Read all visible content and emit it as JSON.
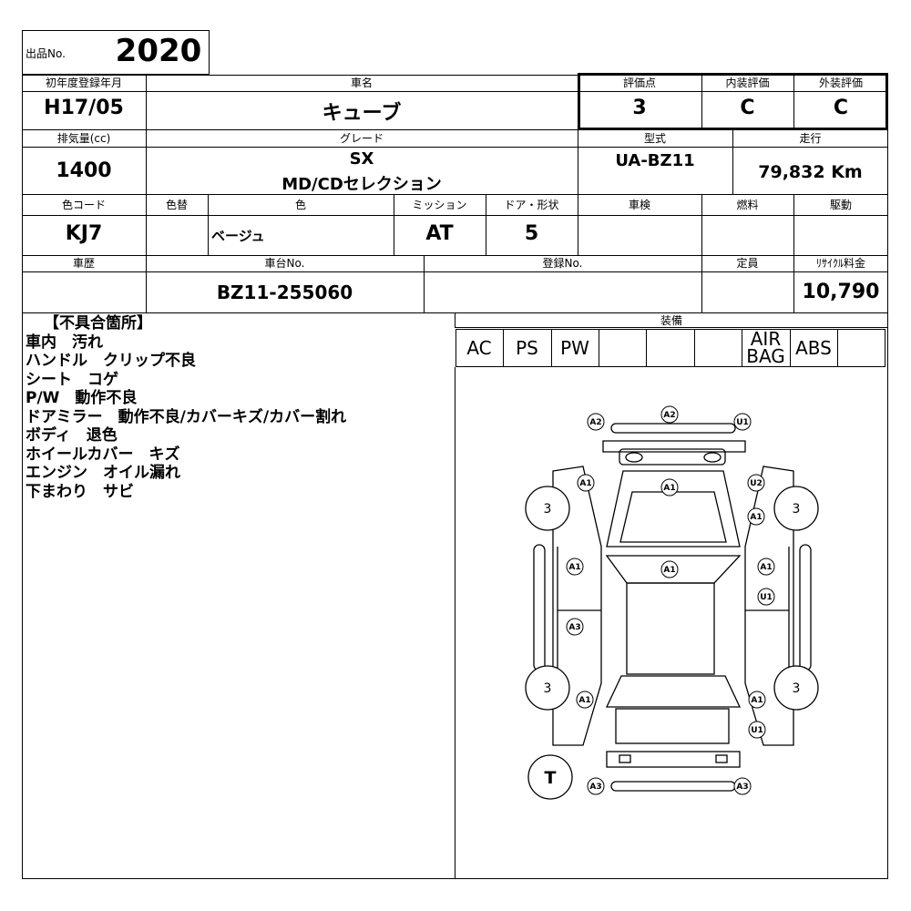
{
  "lot": {
    "label": "出品No.",
    "value": "2020"
  },
  "row1": {
    "first_reg_label": "初年度登録年月",
    "first_reg": "H17/05",
    "car_name_label": "車名",
    "car_name": "キューブ",
    "score_label": "評価点",
    "score": "3",
    "interior_label": "内装評価",
    "interior": "C",
    "exterior_label": "外装評価",
    "exterior": "C"
  },
  "row2": {
    "displacement_label": "排気量(cc)",
    "displacement": "1400",
    "grade_label": "グレード",
    "grade_line1": "SX",
    "grade_line2": "MD/CDセレクション",
    "model_label": "型式",
    "model": "UA-BZ11",
    "mileage_label": "走行",
    "mileage": "79,832 Km"
  },
  "row3": {
    "color_code_label": "色コード",
    "color_code": "KJ7",
    "color_change_label": "色替",
    "color_change": "",
    "color_label": "色",
    "color": "ベージュ",
    "mission_label": "ミッション",
    "mission": "AT",
    "door_label": "ドア・形状",
    "door": "5",
    "inspection_label": "車検",
    "inspection": "",
    "fuel_label": "燃料",
    "fuel": "",
    "drive_label": "駆動",
    "drive": ""
  },
  "row4": {
    "history_label": "車歴",
    "history": "",
    "chassis_label": "車台No.",
    "chassis": "BZ11-255060",
    "reg_no_label": "登録No.",
    "reg_no": "",
    "capacity_label": "定員",
    "capacity": "",
    "recycle_label": "ﾘｻｲｸﾙ料金",
    "recycle": "10,790"
  },
  "defects": {
    "title": "【不具合箇所】",
    "lines": [
      "車内　汚れ",
      "ハンドル　クリップ不良",
      "シート　コゲ",
      "P/W　動作不良",
      "ドアミラー　動作不良/カバーキズ/カバー割れ",
      "ボディ　退色",
      "ホイールカバー　キズ",
      "エンジン　オイル漏れ",
      "下まわり　サビ"
    ]
  },
  "equipment": {
    "label": "装備",
    "items": [
      "AC",
      "PS",
      "PW",
      "",
      "",
      "",
      "AIR BAG",
      "ABS",
      ""
    ],
    "airbag_line1": "AIR",
    "airbag_line2": "BAG"
  },
  "diagram": {
    "tires": {
      "front_left": "3",
      "front_right": "3",
      "rear_left": "3",
      "rear_right": "3",
      "spare": "T"
    },
    "marks": [
      "A2",
      "A2",
      "U1",
      "A1",
      "A1",
      "U2",
      "A1",
      "A1",
      "A1",
      "A1",
      "U1",
      "A3",
      "A1",
      "A1",
      "U1",
      "A3",
      "A3"
    ]
  }
}
